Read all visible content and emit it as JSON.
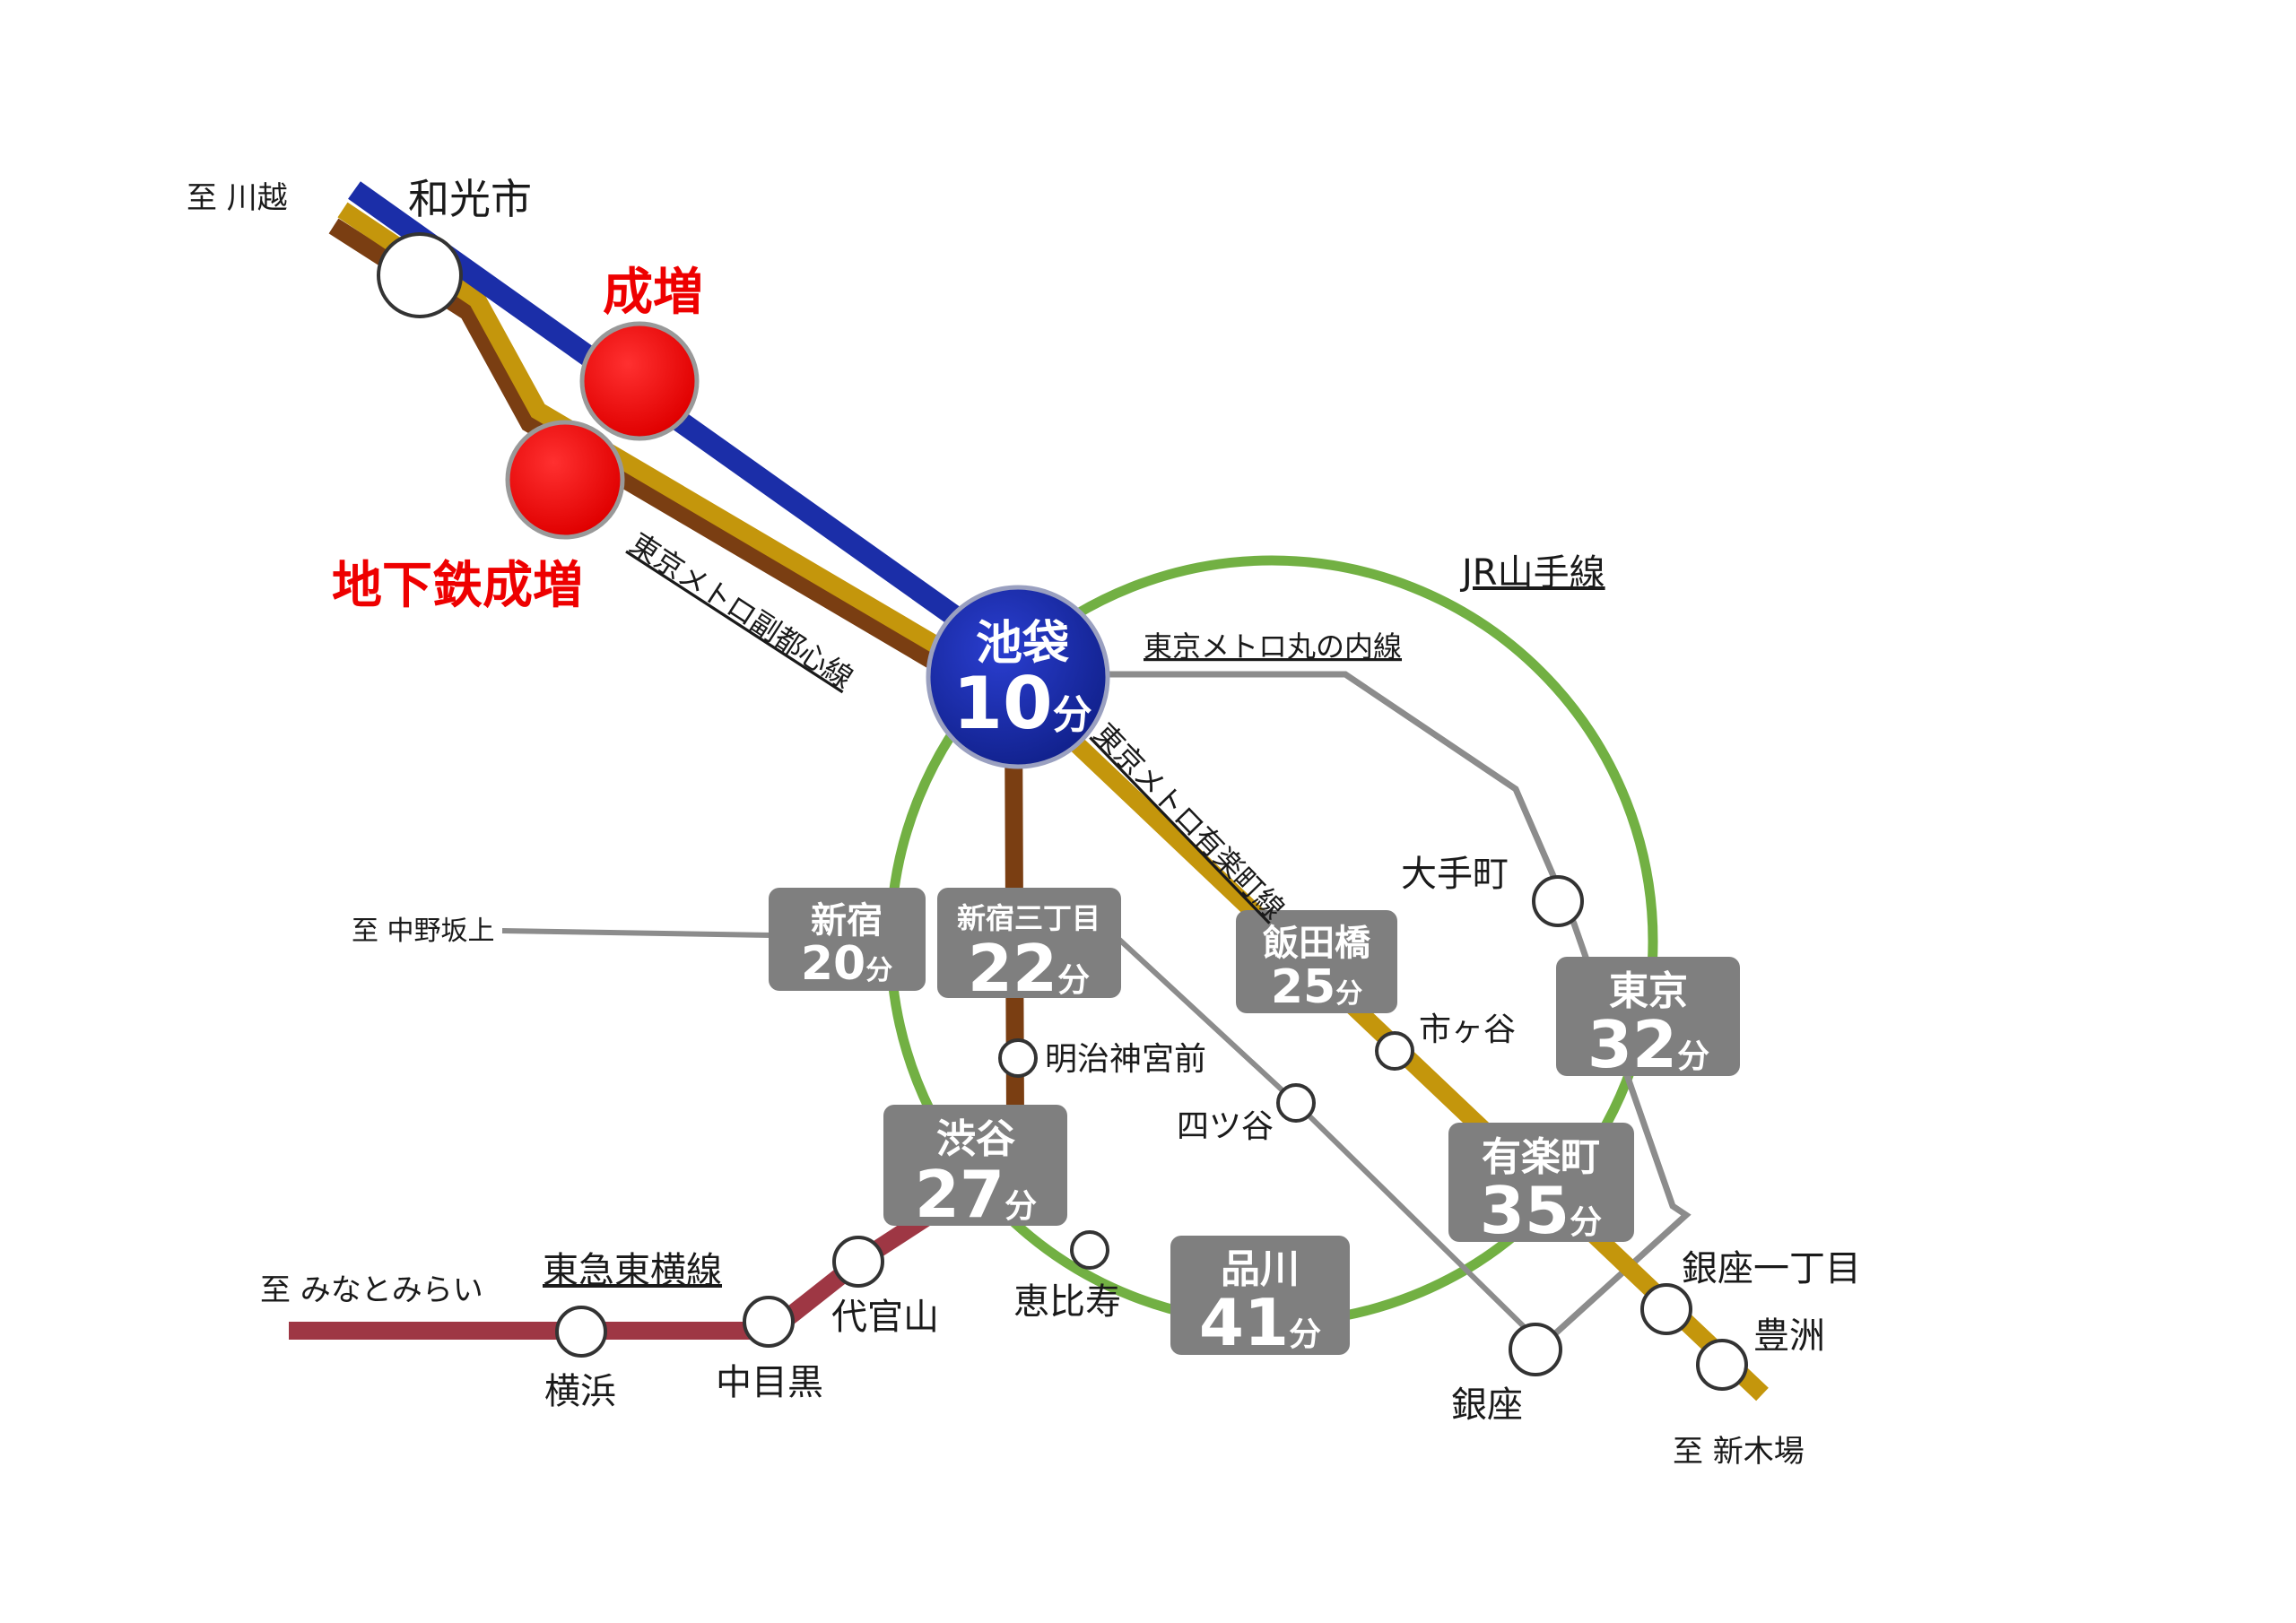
{
  "colors": {
    "yurakucho": "#c4960c",
    "fukutoshin": "#7a3e12",
    "tobu_tojo": "#1b2ea8",
    "yamanote": "#72b043",
    "marunouchi": "#8c8c8c",
    "toyoko": "#9e3744",
    "box": "#7f7f7f",
    "highlight": "#ff0000",
    "hub": "#1a2a9a"
  },
  "directions": {
    "kawagoe": "至 川越",
    "nakano_sakaue": "至 中野坂上",
    "minatomirai": "至 みなとみらい",
    "shinkiba": "至 新木場"
  },
  "lines": {
    "yamanote": "JR山手線",
    "fukutoshin": "東京メトロ副都心線",
    "marunouchi": "東京メトロ丸の内線",
    "yurakucho": "東京メトロ有楽町線",
    "toyoko": "東急東横線"
  },
  "highlight_stations": {
    "narimasu": "成増",
    "chikatetsu_narimasu": "地下鉄成増"
  },
  "hub": {
    "name": "池袋",
    "time": "10",
    "unit": "分"
  },
  "boxes": {
    "shinjuku": {
      "name": "新宿",
      "time": "20",
      "unit": "分"
    },
    "shinjuku_sanchome": {
      "name": "新宿三丁目",
      "time": "22",
      "unit": "分"
    },
    "iidabashi": {
      "name": "飯田橋",
      "time": "25",
      "unit": "分"
    },
    "tokyo": {
      "name": "東京",
      "time": "32",
      "unit": "分"
    },
    "shibuya": {
      "name": "渋谷",
      "time": "27",
      "unit": "分"
    },
    "yurakucho": {
      "name": "有楽町",
      "time": "35",
      "unit": "分"
    },
    "shinagawa": {
      "name": "品川",
      "time": "41",
      "unit": "分"
    }
  },
  "stations": {
    "wakoshi": "和光市",
    "otemachi": "大手町",
    "ichigaya": "市ヶ谷",
    "meiji_jingumae": "明治神宮前",
    "yotsuya": "四ツ谷",
    "ebisu": "恵比寿",
    "daikanyama": "代官山",
    "nakameguro": "中目黒",
    "yokohama": "横浜",
    "ginza": "銀座",
    "ginza_itchome": "銀座一丁目",
    "toyosu": "豊洲"
  }
}
